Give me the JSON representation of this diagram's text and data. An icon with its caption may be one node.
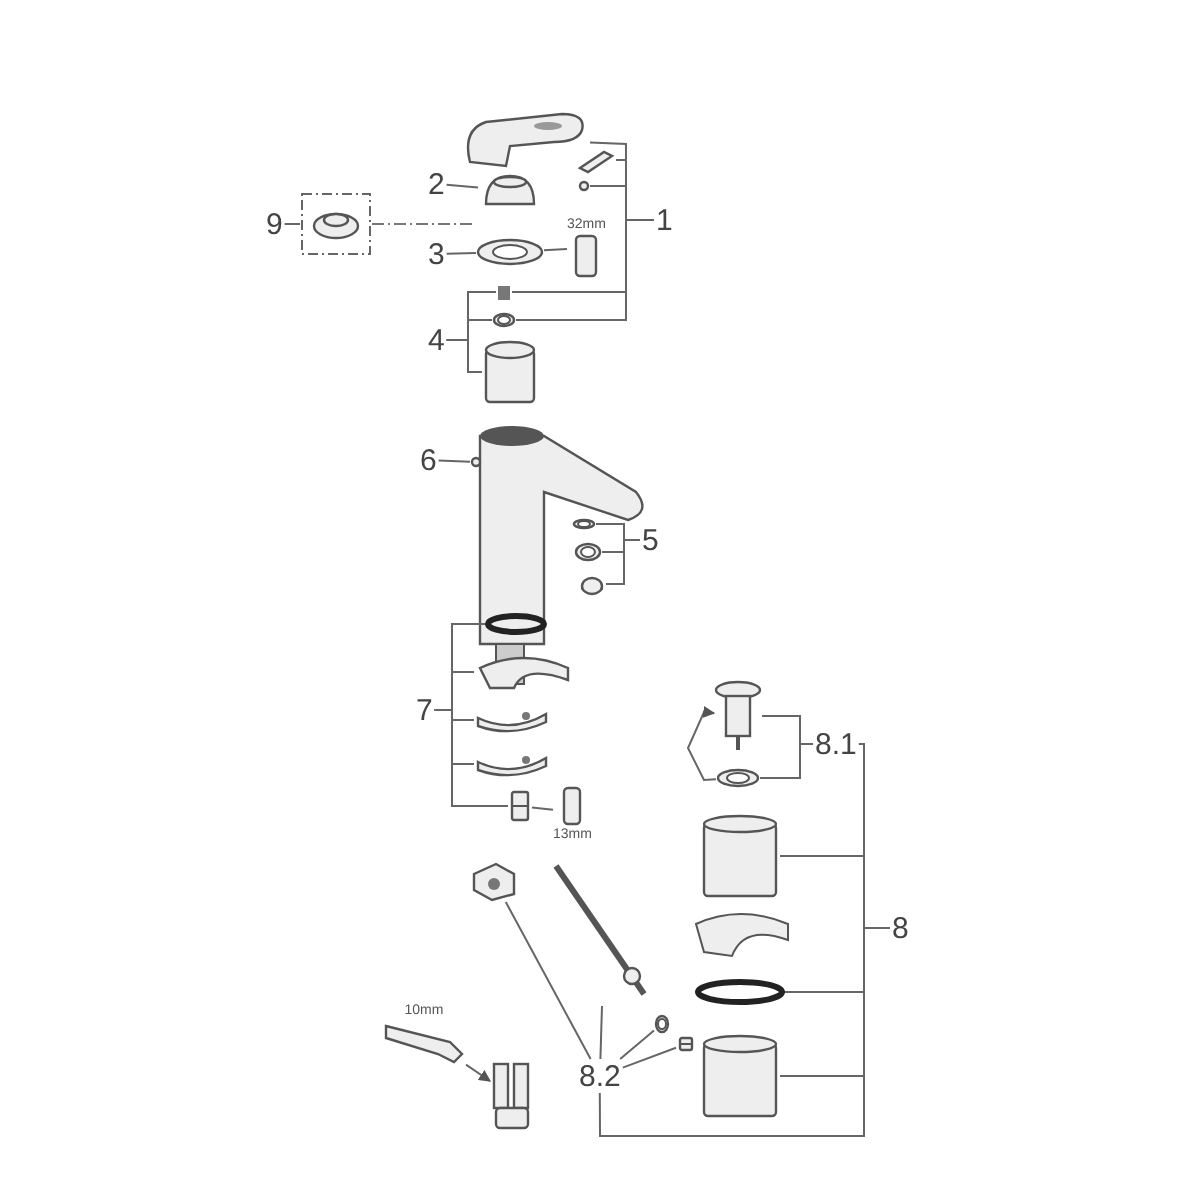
{
  "diagram": {
    "nodes": [
      {
        "text": [
          "9"
        ]
      },
      {
        "text": [],
        "shape": "picture"
      },
      {
        "text": [
          "2"
        ]
      },
      {
        "text": [],
        "shape": "picture"
      },
      {
        "text": [
          "3"
        ]
      },
      {
        "text": [],
        "shape": "picture"
      },
      {
        "text": [
          "1"
        ]
      },
      {
        "text": [],
        "shape": "picture"
      },
      {
        "text": [],
        "shape": "picture"
      },
      {
        "text": [],
        "shape": "circle"
      },
      {
        "text": [],
        "shape": "box"
      },
      {
        "text": [],
        "shape": "picture"
      },
      {
        "text": [
          "4"
        ]
      },
      {
        "text": [],
        "shape": "cylinder"
      },
      {
        "text": [
          "6"
        ]
      },
      {
        "text": [],
        "shape": "circle"
      },
      {
        "text": [
          "5"
        ]
      },
      {
        "text": [],
        "shape": "picture"
      },
      {
        "text": [],
        "shape": "picture"
      },
      {
        "text": [],
        "shape": "picture"
      },
      {
        "text": [
          "7"
        ]
      },
      {
        "text": [],
        "shape": "circle"
      },
      {
        "text": [],
        "shape": "picture"
      },
      {
        "text": [],
        "shape": "picture"
      },
      {
        "text": [],
        "shape": "picture"
      },
      {
        "text": [],
        "shape": "picture"
      },
      {
        "text": [
          "8.1"
        ]
      },
      {
        "text": [],
        "shape": "picture"
      },
      {
        "text": [],
        "shape": "picture"
      },
      {
        "text": [
          "8"
        ]
      },
      {
        "text": [],
        "shape": "cylinder"
      },
      {
        "text": [],
        "shape": "circle"
      },
      {
        "text": [],
        "shape": "cylinder"
      },
      {
        "text": [
          "8.2"
        ]
      },
      {
        "text": [],
        "shape": "bar"
      },
      {
        "text": [],
        "shape": "picture"
      },
      {
        "text": [],
        "shape": "picture"
      },
      {
        "text": [],
        "shape": "picture"
      },
      {
        "text": [],
        "shape": "box",
        "beside": [
          "32mm"
        ]
      },
      {
        "text": [],
        "shape": "box",
        "beside": [
          "13mm"
        ]
      },
      {
        "text": [],
        "shape": "picture",
        "beside": [
          "10mm"
        ]
      },
      {
        "text": [],
        "shape": "picture"
      }
    ],
    "edges": [
      {
        "from": 0,
        "to": 1,
        "arrow": "none"
      },
      {
        "from": 2,
        "to": 3,
        "arrow": "none"
      },
      {
        "from": 4,
        "to": 5,
        "arrow": "none"
      },
      {
        "from": 5,
        "to": 38,
        "arrow": "none"
      },
      {
        "from": 6,
        "to": 7,
        "arrow": "none"
      },
      {
        "from": 6,
        "to": 8,
        "arrow": "none"
      },
      {
        "from": 6,
        "to": 9,
        "arrow": "none"
      },
      {
        "from": 6,
        "to": 10,
        "arrow": "none"
      },
      {
        "from": 6,
        "to": 11,
        "arrow": "none"
      },
      {
        "from": 12,
        "to": 10,
        "arrow": "none"
      },
      {
        "from": 12,
        "to": 11,
        "arrow": "none"
      },
      {
        "from": 12,
        "to": 13,
        "arrow": "none"
      },
      {
        "from": 14,
        "to": 15,
        "arrow": "none"
      },
      {
        "from": 16,
        "to": 17,
        "arrow": "none"
      },
      {
        "from": 16,
        "to": 18,
        "arrow": "none"
      },
      {
        "from": 16,
        "to": 19,
        "arrow": "none"
      },
      {
        "from": 20,
        "to": 21,
        "arrow": "none"
      },
      {
        "from": 20,
        "to": 22,
        "arrow": "none"
      },
      {
        "from": 20,
        "to": 23,
        "arrow": "none"
      },
      {
        "from": 20,
        "to": 24,
        "arrow": "none"
      },
      {
        "from": 20,
        "to": 25,
        "arrow": "none"
      },
      {
        "from": 25,
        "to": 39,
        "arrow": "none"
      },
      {
        "from": 26,
        "to": 27,
        "arrow": "none"
      },
      {
        "from": 26,
        "to": 28,
        "arrow": "none"
      },
      {
        "from": 29,
        "to": 26,
        "arrow": "none"
      },
      {
        "from": 29,
        "to": 30,
        "arrow": "none"
      },
      {
        "from": 29,
        "to": 31,
        "arrow": "none"
      },
      {
        "from": 29,
        "to": 32,
        "arrow": "none"
      },
      {
        "from": 29,
        "to": 33,
        "arrow": "none"
      },
      {
        "from": 33,
        "to": 34,
        "arrow": "none"
      },
      {
        "from": 33,
        "to": 35,
        "arrow": "none"
      },
      {
        "from": 33,
        "to": 36,
        "arrow": "none"
      },
      {
        "from": 33,
        "to": 37,
        "arrow": "none"
      },
      {
        "from": 40,
        "to": 41,
        "arrow": "to"
      },
      {
        "from": 28,
        "to": 27,
        "arrow": "to"
      }
    ]
  }
}
